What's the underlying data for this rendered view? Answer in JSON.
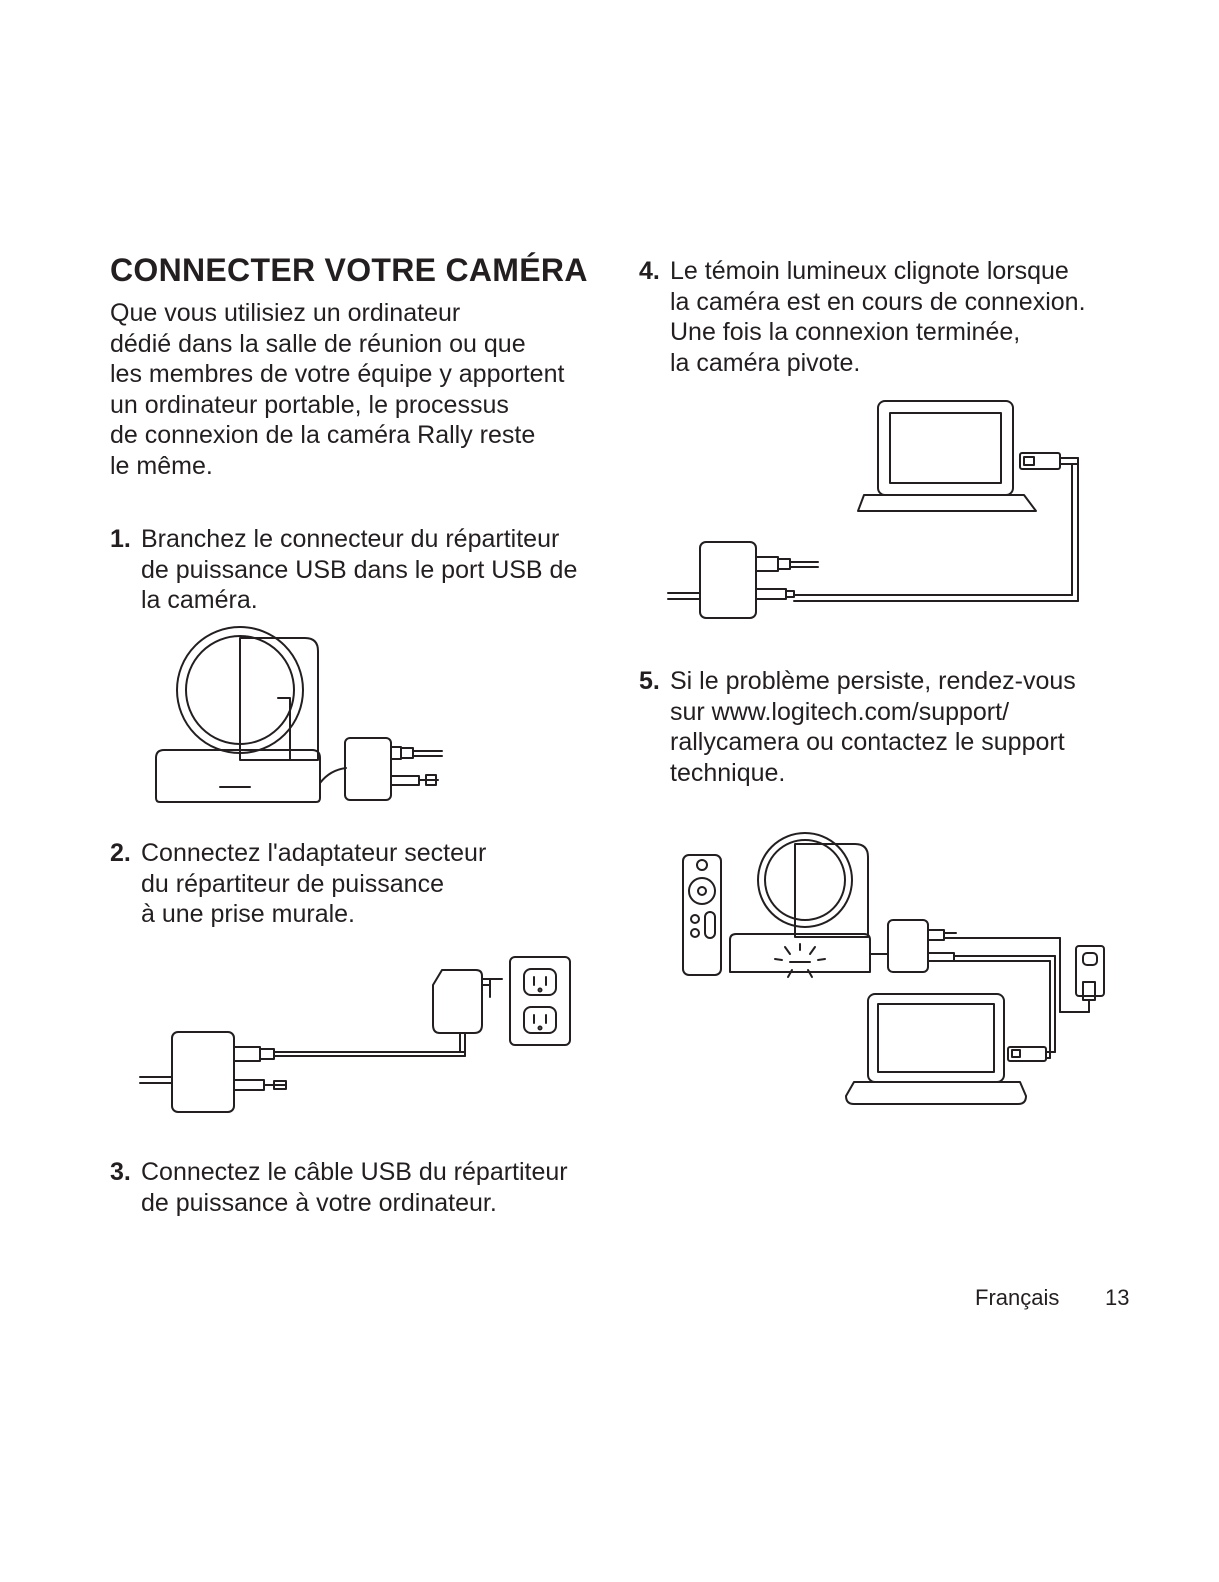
{
  "title": "CONNECTER VOTRE CAMÉRA",
  "intro": [
    "Que vous utilisiez un ordinateur",
    "dédié dans la salle de réunion ou que",
    "les membres de votre équipe y apportent",
    "un ordinateur portable, le processus",
    "de connexion de la caméra Rally reste",
    "le même."
  ],
  "steps": [
    {
      "num": "1.",
      "lines": [
        "Branchez le connecteur du répartiteur",
        "de puissance USB dans le port USB de",
        "la caméra."
      ]
    },
    {
      "num": "2.",
      "lines": [
        "Connectez l'adaptateur secteur",
        "du répartiteur de puissance",
        "à une prise murale."
      ]
    },
    {
      "num": "3.",
      "lines": [
        "Connectez le câble USB du répartiteur",
        "de puissance à votre ordinateur."
      ]
    },
    {
      "num": "4.",
      "lines": [
        "Le témoin lumineux clignote lorsque",
        "la caméra est en cours de connexion.",
        "Une fois la connexion terminée,",
        "la caméra pivote."
      ]
    },
    {
      "num": "5.",
      "lines": [
        "Si le problème persiste, rendez-vous",
        "sur www.logitech.com/support/",
        "rallycamera ou contactez le support",
        "technique."
      ]
    }
  ],
  "footer": {
    "language": "Français",
    "page": "13"
  },
  "colors": {
    "text": "#231f20",
    "background": "#ffffff"
  }
}
